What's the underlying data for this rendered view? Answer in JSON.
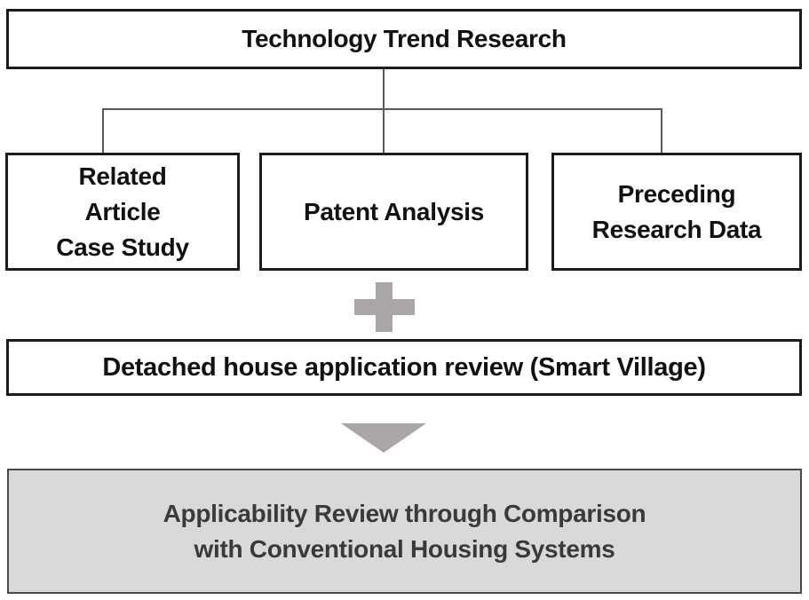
{
  "diagram": {
    "top_box": {
      "label": "Technology Trend Research"
    },
    "branches": [
      {
        "id": "related-article-case-study",
        "lines": [
          "Related",
          "Article",
          "Case Study"
        ]
      },
      {
        "id": "patent-analysis",
        "lines": [
          "Patent Analysis"
        ]
      },
      {
        "id": "preceding-research-data",
        "lines": [
          "Preceding",
          "Research Data"
        ]
      }
    ],
    "icons": {
      "combine_symbol": "plus-icon",
      "flow_symbol": "down-arrow-icon"
    },
    "review_box": {
      "label": "Detached house application review (Smart Village)"
    },
    "result_box": {
      "lines": [
        "Applicability Review through Comparison",
        "with Conventional Housing Systems"
      ]
    },
    "colors": {
      "box_border_black": "#1c1c1c",
      "connector_gray": "#595959",
      "symbol_gray": "#aaa6a5",
      "result_fill_gray": "#d9d9d9",
      "result_border_gray": "#4a4a4a",
      "result_text_gray": "#3a3a3a"
    }
  }
}
